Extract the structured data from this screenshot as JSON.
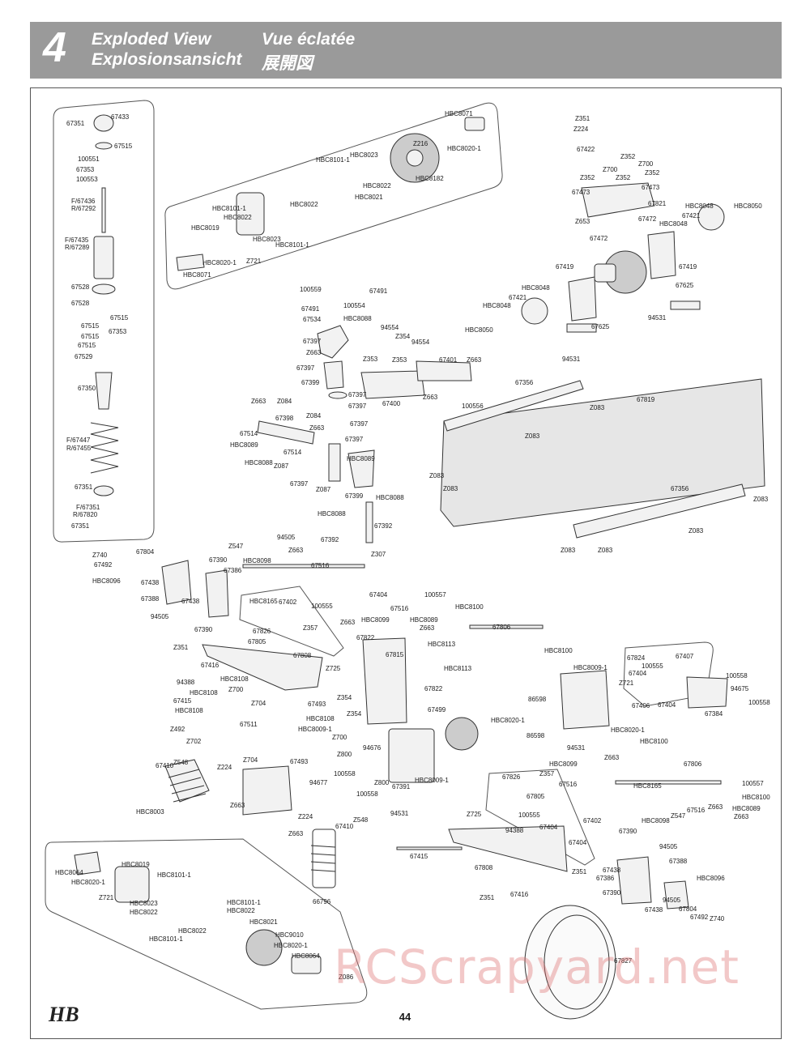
{
  "header": {
    "step_number": "4",
    "title_en": "Exploded View",
    "title_de": "Explosionsansicht",
    "title_fr": "Vue éclatée",
    "title_jp": "展開図"
  },
  "page_number": "44",
  "logo_text": "HB",
  "watermark": "RCScrapyard.net",
  "colors": {
    "header_bg": "#9a9a9a",
    "line": "#555555",
    "watermark": "#de6e6e"
  },
  "groups": {
    "shock": [
      "67351",
      "67433",
      "67515",
      "100551",
      "67353",
      "100553",
      "F/67436",
      "R/67292",
      "F/67435",
      "R/67289",
      "67528",
      "67528",
      "67515",
      "67515",
      "67353",
      "67515",
      "67515",
      "67529",
      "67350",
      "F/67447",
      "R/67455",
      "67351",
      "F/67351",
      "R/67820",
      "67351"
    ],
    "center_diff": [
      "HBC8071",
      "Z216",
      "HBC8020-1",
      "HBC8101-1",
      "HBC8023",
      "HBC8022",
      "HBC8182",
      "HBC8021",
      "HBC8101-1",
      "HBC8022",
      "HBC8022",
      "HBC8019",
      "HBC8023",
      "HBC8101-1",
      "HBC8020-1",
      "Z721",
      "HBC8071"
    ],
    "rear_top": [
      "Z351",
      "Z224",
      "67422",
      "Z352",
      "Z700",
      "Z700",
      "Z352",
      "Z352",
      "Z352",
      "67473",
      "67473",
      "67821",
      "HBC8048",
      "HBC8050",
      "67421",
      "Z653",
      "67472",
      "HBC8048",
      "67472",
      "67419",
      "67419",
      "67625",
      "94531",
      "67625",
      "94531",
      "HBC8048",
      "67421",
      "HBC8048",
      "HBC8050"
    ],
    "steering": [
      "100559",
      "67491",
      "67491",
      "100554",
      "67534",
      "HBC8088",
      "94554",
      "67397",
      "Z354",
      "94554",
      "Z663",
      "Z353",
      "Z353",
      "67401",
      "Z663",
      "67397",
      "67399",
      "67397",
      "67400",
      "Z663",
      "100556",
      "67397",
      "Z663",
      "Z084",
      "67398",
      "Z084",
      "67514",
      "Z663",
      "67397",
      "HBC8089",
      "67514",
      "67397",
      "HBC8088",
      "Z087",
      "HBC8089",
      "67397",
      "Z087",
      "HBC8088",
      "67399",
      "HBC8088",
      "67392",
      "67392",
      "Z307",
      "Z307"
    ],
    "chassis": [
      "67356",
      "Z083",
      "67819",
      "Z083",
      "Z083",
      "Z083",
      "67356",
      "Z083",
      "Z083",
      "Z083",
      "Z083"
    ],
    "front_left": [
      "Z740",
      "67804",
      "67492",
      "HBC8096",
      "67438",
      "67388",
      "94505",
      "67438",
      "67390",
      "Z547",
      "HBC8098",
      "67390",
      "67386",
      "94505",
      "Z663",
      "67516",
      "HBC8165",
      "67402",
      "100555",
      "67826",
      "67404",
      "67516",
      "Z663",
      "Z357",
      "67805",
      "Z351",
      "67416",
      "67808",
      "Z725",
      "94388",
      "HBC8108",
      "Z700",
      "HBC8108",
      "Z704",
      "67415",
      "HBC8108",
      "67493",
      "Z354",
      "Z354",
      "Z492",
      "67511",
      "HBC8108",
      "Z702",
      "HBC8009-1",
      "Z700",
      "Z704",
      "Z548",
      "Z224",
      "67410",
      "Z663",
      "HBC8003",
      "66796"
    ],
    "front_center": [
      "100557",
      "HBC8100",
      "HBC8099",
      "HBC8089",
      "Z663",
      "67806",
      "67822",
      "HBC8113",
      "67815",
      "HBC8100",
      "HBC8113",
      "67822",
      "86598",
      "67499",
      "HBC8020-1",
      "86598",
      "94676",
      "67493",
      "Z800",
      "94677",
      "100558",
      "Z800",
      "67391",
      "100558",
      "HBC8009-1",
      "94531"
    ],
    "front_right": [
      "67824",
      "67407",
      "100555",
      "67404",
      "Z721",
      "67406",
      "67404",
      "HBC8009-1",
      "94531",
      "HBC8020-1",
      "100558",
      "94675",
      "100558",
      "67384",
      "HBC8100",
      "Z663",
      "67806",
      "HBC8099",
      "Z357",
      "67516",
      "HBC8165",
      "100557",
      "HBC8100",
      "67826",
      "67805",
      "100555",
      "67404",
      "67402",
      "67404",
      "Z725",
      "94388",
      "67415",
      "67808",
      "Z351",
      "Z351",
      "67416",
      "Z548",
      "Z224",
      "67410",
      "Z663",
      "66796",
      "67827",
      "67516",
      "Z663",
      "HBC8089",
      "Z663",
      "HBC8098",
      "Z547",
      "67390",
      "94505",
      "67388",
      "67438",
      "67386",
      "HBC8096",
      "67390",
      "67438",
      "94505",
      "67804",
      "67492",
      "Z740"
    ],
    "front_diff": [
      "HBC8019",
      "HBC8064",
      "HBC8020-1",
      "Z721",
      "HBC8101-1",
      "HBC8023",
      "HBC8022",
      "HBC8101-1",
      "HBC8022",
      "HBC8022",
      "HBC8021",
      "HBC9010",
      "HBC8020-1",
      "HBC8101-1",
      "HBC8064",
      "Z086"
    ]
  }
}
